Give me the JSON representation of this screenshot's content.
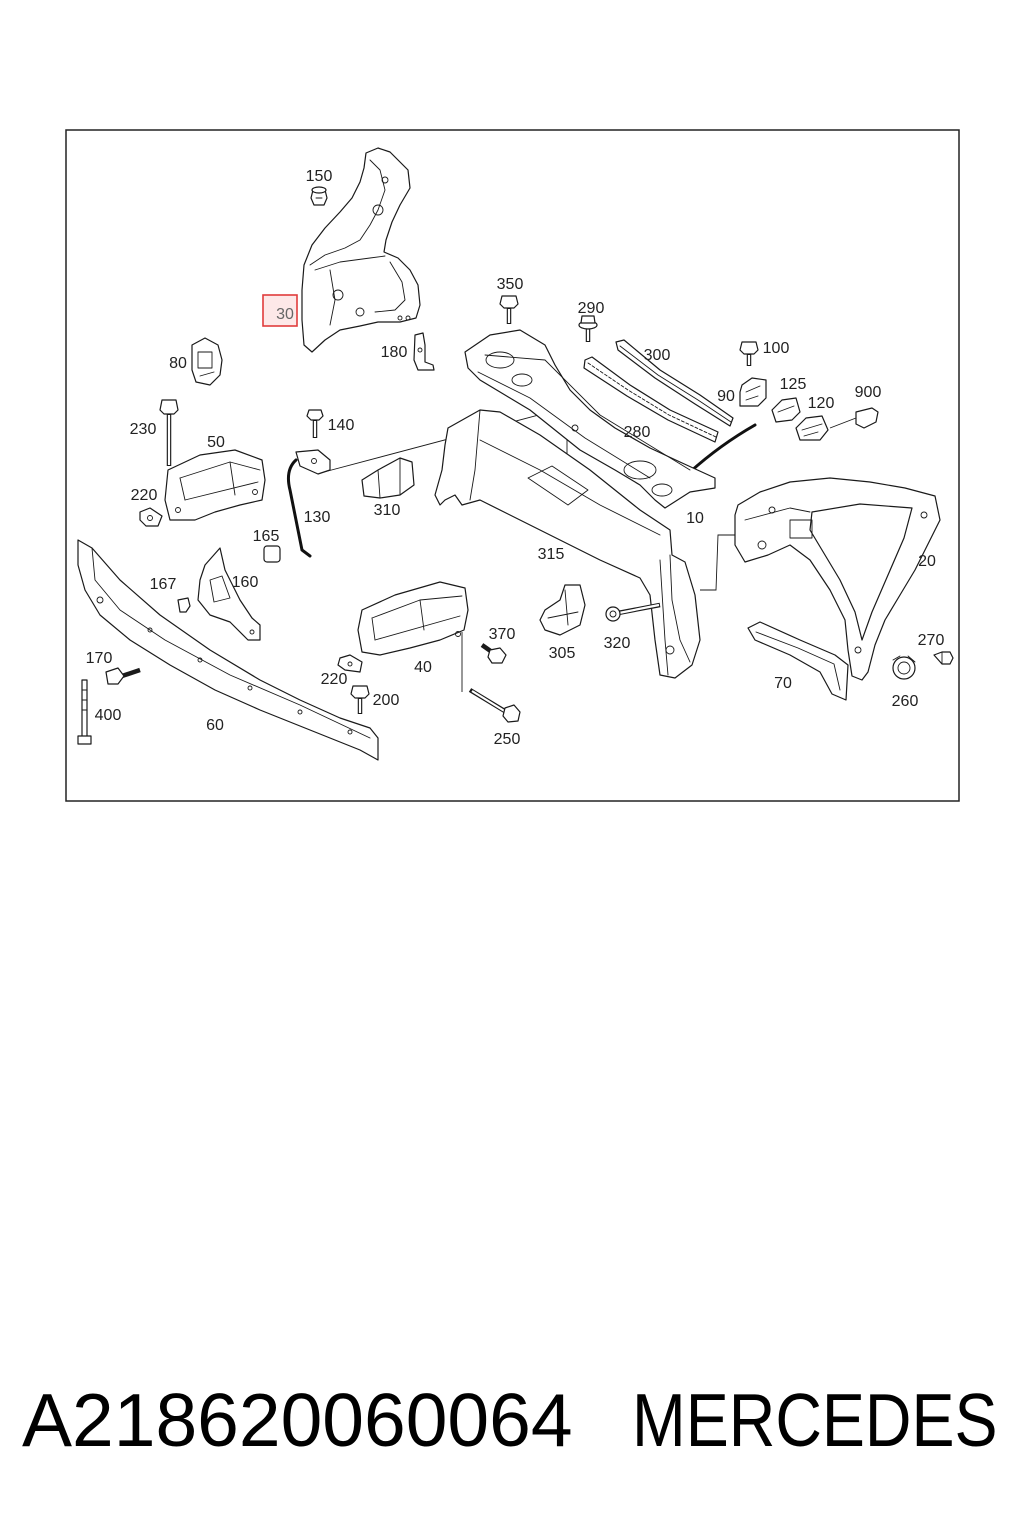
{
  "callouts": [
    {
      "label": "150",
      "highlighted": false
    },
    {
      "label": "30",
      "highlighted": true
    },
    {
      "label": "180",
      "highlighted": false
    },
    {
      "label": "350",
      "highlighted": false
    },
    {
      "label": "290",
      "highlighted": false
    },
    {
      "label": "300",
      "highlighted": false
    },
    {
      "label": "100",
      "highlighted": false
    },
    {
      "label": "125",
      "highlighted": false
    },
    {
      "label": "90",
      "highlighted": false
    },
    {
      "label": "900",
      "highlighted": false
    },
    {
      "label": "120",
      "highlighted": false
    },
    {
      "label": "80",
      "highlighted": false
    },
    {
      "label": "230",
      "highlighted": false
    },
    {
      "label": "140",
      "highlighted": false
    },
    {
      "label": "50",
      "highlighted": false
    },
    {
      "label": "280",
      "highlighted": false
    },
    {
      "label": "220",
      "highlighted": false
    },
    {
      "label": "130",
      "highlighted": false
    },
    {
      "label": "310",
      "highlighted": false
    },
    {
      "label": "10",
      "highlighted": false
    },
    {
      "label": "315",
      "highlighted": false
    },
    {
      "label": "165",
      "highlighted": false
    },
    {
      "label": "20",
      "highlighted": false
    },
    {
      "label": "167",
      "highlighted": false
    },
    {
      "label": "160",
      "highlighted": false
    },
    {
      "label": "370",
      "highlighted": false
    },
    {
      "label": "320",
      "highlighted": false
    },
    {
      "label": "305",
      "highlighted": false
    },
    {
      "label": "270",
      "highlighted": false
    },
    {
      "label": "170",
      "highlighted": false
    },
    {
      "label": "40",
      "highlighted": false
    },
    {
      "label": "220",
      "highlighted": false
    },
    {
      "label": "200",
      "highlighted": false
    },
    {
      "label": "70",
      "highlighted": false
    },
    {
      "label": "260",
      "highlighted": false
    },
    {
      "label": "400",
      "highlighted": false
    },
    {
      "label": "60",
      "highlighted": false
    },
    {
      "label": "250",
      "highlighted": false
    }
  ],
  "caption": {
    "part_number": "A218620060064",
    "brand": "MERCEDES"
  },
  "colors": {
    "line": "#1a1a1a",
    "highlight_border": "#e03c3c",
    "highlight_fill": "#fde8e8"
  }
}
